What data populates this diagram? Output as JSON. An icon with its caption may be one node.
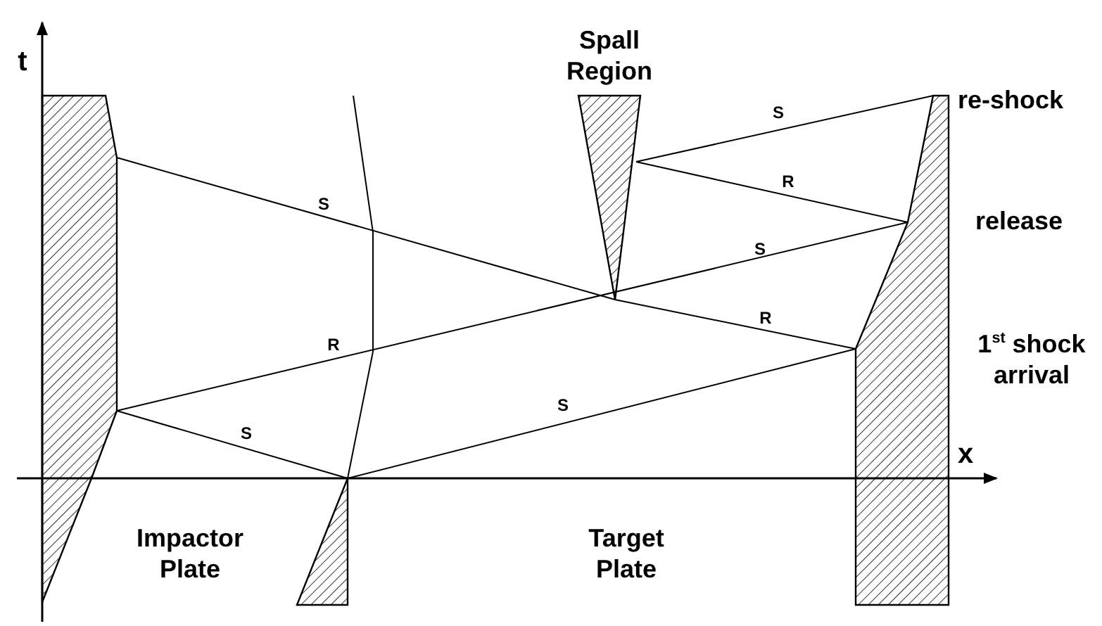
{
  "diagram": {
    "labels": [
      "t",
      "Spall Region",
      "S",
      "re-shock",
      "R",
      "S",
      "release",
      "S",
      "R",
      "R",
      "1$^{st}$ shock arrival",
      "S",
      "S",
      "x",
      "Impactor Plate",
      "Target Plate"
    ]
  }
}
